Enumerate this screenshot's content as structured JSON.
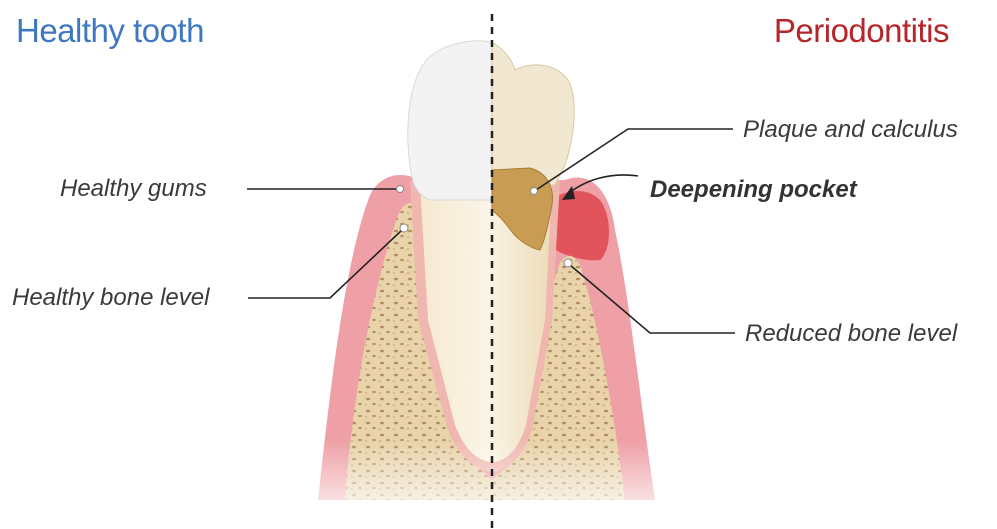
{
  "titles": {
    "left": "Healthy tooth",
    "right": "Periodontitis"
  },
  "labels": {
    "healthy_gums": "Healthy gums",
    "healthy_bone_level": "Healthy bone level",
    "plaque_and_calculus": "Plaque and calculus",
    "deepening_pocket": "Deepening pocket",
    "reduced_bone_level": "Reduced bone level"
  },
  "colors": {
    "healthy_title": "#3d78c0",
    "periodontitis_title": "#b5262b",
    "gum": "#eea0a6",
    "inflamed_gum": "#e2545c",
    "bone": "#e7d2aa",
    "enamel": "#f2f2f2",
    "dentin": "#f1e3c4",
    "calculus": "#c89c52"
  }
}
